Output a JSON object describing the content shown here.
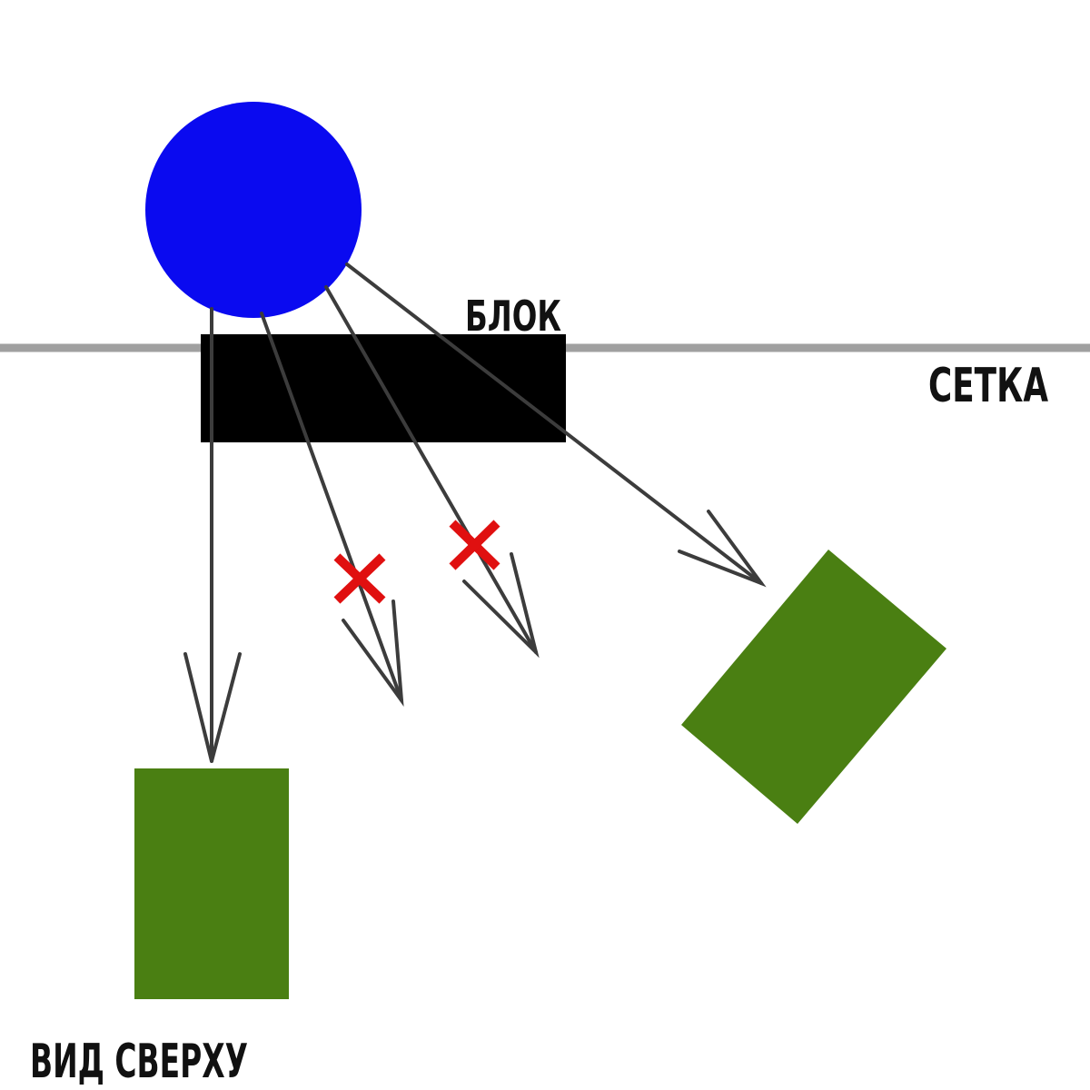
{
  "labels": {
    "block": "БЛОК",
    "net": "СЕТКА",
    "view": "ВИД СВЕРХУ"
  },
  "colors": {
    "ball": "#0a0af0",
    "block": "#000000",
    "net_line": "#a0a0a0",
    "targets": "#4a7f12",
    "arrows": "#3c3c3c",
    "cross": "#e01010"
  }
}
